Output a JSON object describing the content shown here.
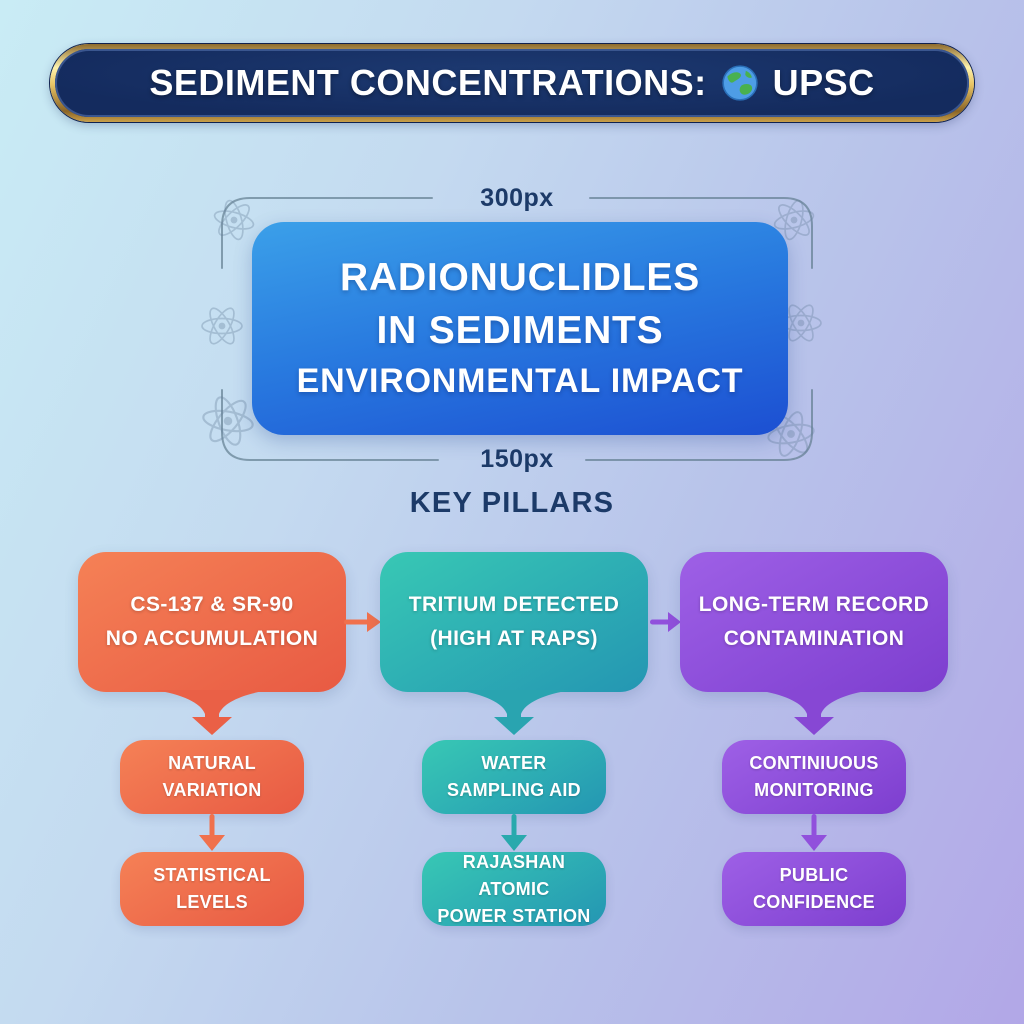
{
  "header": {
    "title": "SEDIMENT CONCENTRATIONS:",
    "org": "UPSC",
    "globe_icon": "globe-earth"
  },
  "hero": {
    "width_label": "300px",
    "height_label": "150px",
    "line1": "RADIONUCLIDLES",
    "line2": "IN SEDIMENTS",
    "line3": "ENVIRONMENTAL IMPACT"
  },
  "section_title": "KEY PILLARS",
  "pillars": [
    {
      "head_line1": "CS-137 & SR-90",
      "head_line2": "NO ACCUMULATION",
      "step1_line1": "NATURAL",
      "step1_line2": "VARIATION",
      "step2_line1": "STATISTICAL",
      "step2_line2": "LEVELS"
    },
    {
      "head_line1": "TRITIUM DETECTED",
      "head_line2": "(HIGH AT RAPS)",
      "step1_line1": "WATER",
      "step1_line2": "SAMPLING AID",
      "step2_line1": "RAJASHAN ATOMIC",
      "step2_line2": "POWER STATION"
    },
    {
      "head_line1": "LONG-TERM RECORD",
      "head_line2": "CONTAMINATION",
      "step1_line1": "CONTINIUOUS",
      "step1_line2": "MONITORING",
      "step2_line1": "PUBLIC",
      "step2_line2": "CONFIDENCE"
    }
  ],
  "colors": {
    "bg_start": "#c9ecf5",
    "bg_mid1": "#c4daf0",
    "bg_mid2": "#b8c3ea",
    "bg_end": "#b2a7e7",
    "banner_navy": "#142b5e",
    "gold_light": "#fdf2ad",
    "gold_dark": "#8a6426",
    "hero_top": "#3ba0e9",
    "hero_bottom": "#1c4fd2",
    "ink": "#1c3a68",
    "frame_line": "#5f7a8c",
    "orange_top": "#f58156",
    "orange_bottom": "#e85a43",
    "orange_mid": "#ea6046",
    "orange_arrow": "#f0714d",
    "teal_top": "#38c8b4",
    "teal_bottom": "#2496b3",
    "teal_mid": "#29a4b0",
    "teal_arrow": "#29a9ad",
    "purple_top": "#9e60e6",
    "purple_bottom": "#7d3ecf",
    "purple_mid": "#8747d4",
    "purple_arrow": "#9150dc",
    "text_white": "#ffffff"
  }
}
